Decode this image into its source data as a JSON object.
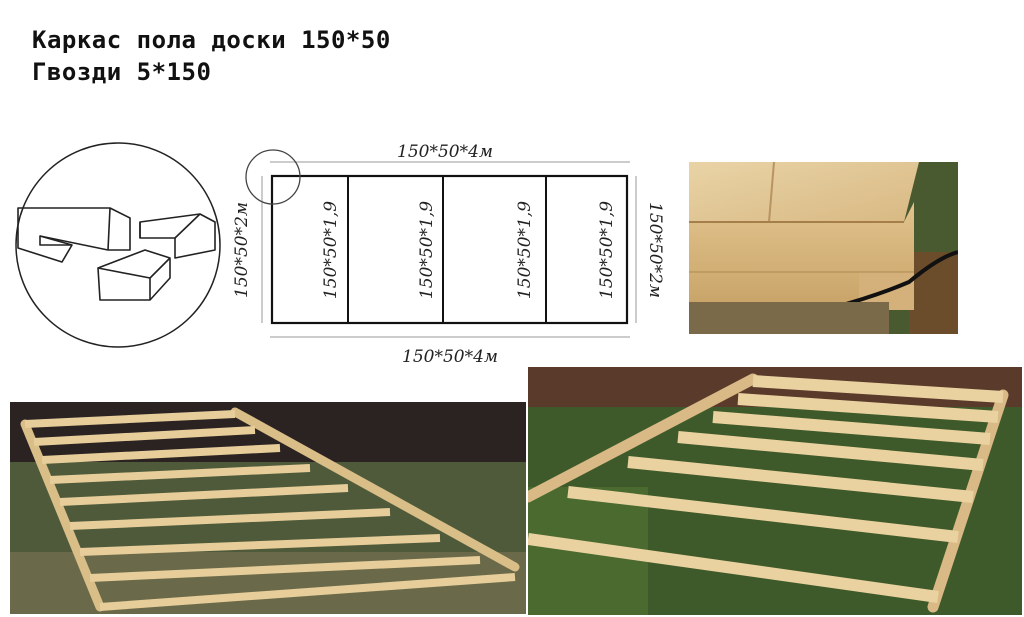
{
  "title": {
    "line1": "Каркас пола доски 150*50",
    "line2": "Гвозди 5*150"
  },
  "plan": {
    "top_dim": "150*50*4м",
    "bottom_dim": "150*50*4м",
    "left_dim": "150*50*2м",
    "right_dim": "150*50*2м",
    "joists": [
      "150*50*1,9",
      "150*50*1,9",
      "150*50*1,9",
      "150*50*1,9"
    ]
  },
  "images": {
    "joint_sketch": "half-lap-joint-sketch",
    "corner_photo": "corner-joint-photo",
    "frame_photo_left": "floor-frame-photo",
    "frame_photo_right": "floor-frame-photo"
  }
}
